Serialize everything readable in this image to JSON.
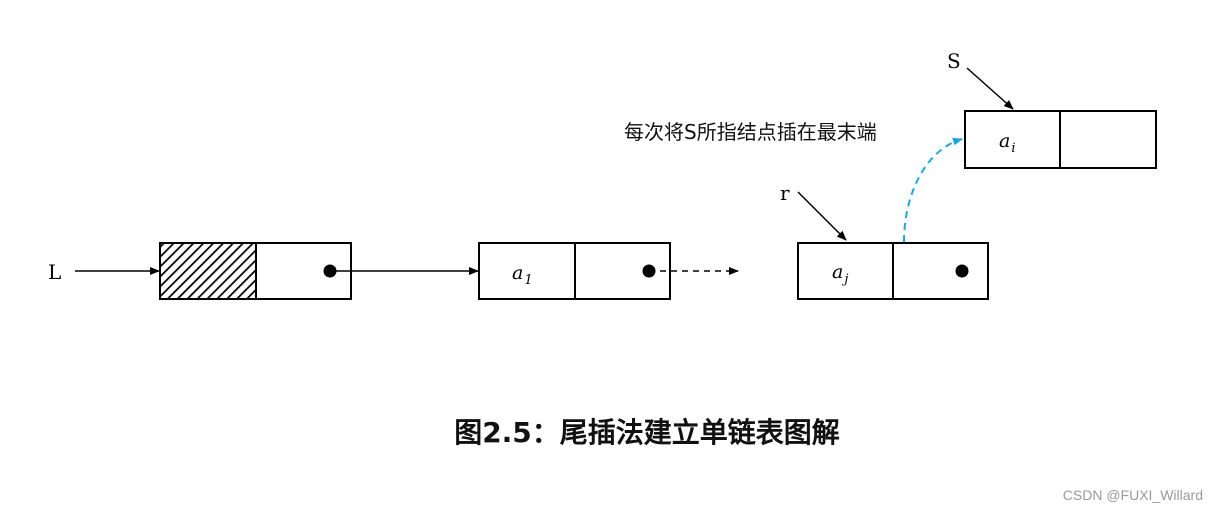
{
  "labels": {
    "head_pointer": "L",
    "new_node_pointer": "S",
    "tail_pointer": "r"
  },
  "nodes": {
    "node_a1": {
      "var": "a",
      "sub": "1"
    },
    "node_aj": {
      "var": "a",
      "sub": "j"
    },
    "node_ai": {
      "var": "a",
      "sub": "i"
    }
  },
  "annotation": "每次将S所指结点插在最末端",
  "caption": "图2.5：尾插法建立单链表图解",
  "watermark": "CSDN @FUXI_Willard",
  "colors": {
    "ink": "#000000",
    "insert_arrow": "#1ea7d6",
    "watermark": "#9a9a9a"
  }
}
